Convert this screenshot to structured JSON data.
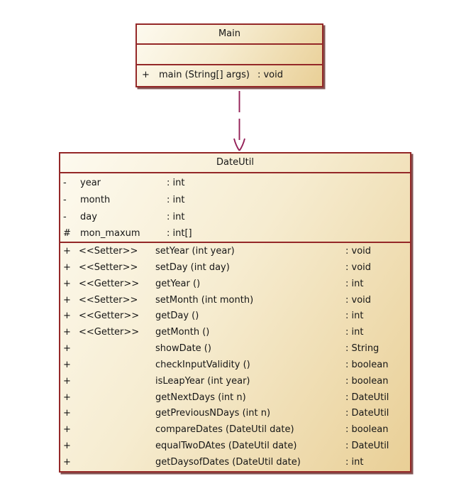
{
  "colors": {
    "box_border": "#942828",
    "box_fill_light": "#fdfaef",
    "box_fill_dark": "#e9cf96",
    "arrow": "#942057",
    "text": "#161616",
    "background": "#ffffff"
  },
  "relation": {
    "type": "dependency",
    "style": "dashed-open-arrow",
    "from": "Main",
    "to": "DateUtil"
  },
  "classes": [
    {
      "name": "Main",
      "attributes": [],
      "methods": [
        {
          "visibility": "+",
          "signature": "main (String[] args)",
          "returns": ": void"
        }
      ]
    },
    {
      "name": "DateUtil",
      "attributes": [
        {
          "visibility": "-",
          "name": "year",
          "type": ": int"
        },
        {
          "visibility": "-",
          "name": "month",
          "type": ": int"
        },
        {
          "visibility": "-",
          "name": "day",
          "type": ": int"
        },
        {
          "visibility": "#",
          "name": "mon_maxum",
          "type": ": int[]"
        }
      ],
      "methods": [
        {
          "visibility": "+",
          "stereotype": "<<Setter>>",
          "signature": "setYear (int year)",
          "returns": ": void"
        },
        {
          "visibility": "+",
          "stereotype": "<<Setter>>",
          "signature": "setDay (int day)",
          "returns": ": void"
        },
        {
          "visibility": "+",
          "stereotype": "<<Getter>>",
          "signature": "getYear ()",
          "returns": ": int"
        },
        {
          "visibility": "+",
          "stereotype": "<<Setter>>",
          "signature": "setMonth (int month)",
          "returns": ": void"
        },
        {
          "visibility": "+",
          "stereotype": "<<Getter>>",
          "signature": "getDay ()",
          "returns": ": int"
        },
        {
          "visibility": "+",
          "stereotype": "<<Getter>>",
          "signature": "getMonth ()",
          "returns": ": int"
        },
        {
          "visibility": "+",
          "stereotype": "",
          "signature": "showDate ()",
          "returns": ": String"
        },
        {
          "visibility": "+",
          "stereotype": "",
          "signature": "checkInputValidity ()",
          "returns": ": boolean"
        },
        {
          "visibility": "+",
          "stereotype": "",
          "signature": "isLeapYear (int year)",
          "returns": ": boolean"
        },
        {
          "visibility": "+",
          "stereotype": "",
          "signature": "getNextDays (int n)",
          "returns": ": DateUtil"
        },
        {
          "visibility": "+",
          "stereotype": "",
          "signature": "getPreviousNDays (int n)",
          "returns": ": DateUtil"
        },
        {
          "visibility": "+",
          "stereotype": "",
          "signature": "compareDates (DateUtil date)",
          "returns": ": boolean"
        },
        {
          "visibility": "+",
          "stereotype": "",
          "signature": "equalTwoDAtes (DateUtil date)",
          "returns": ": DateUtil"
        },
        {
          "visibility": "+",
          "stereotype": "",
          "signature": "getDaysofDates (DateUtil date)",
          "returns": ": int"
        }
      ]
    }
  ]
}
